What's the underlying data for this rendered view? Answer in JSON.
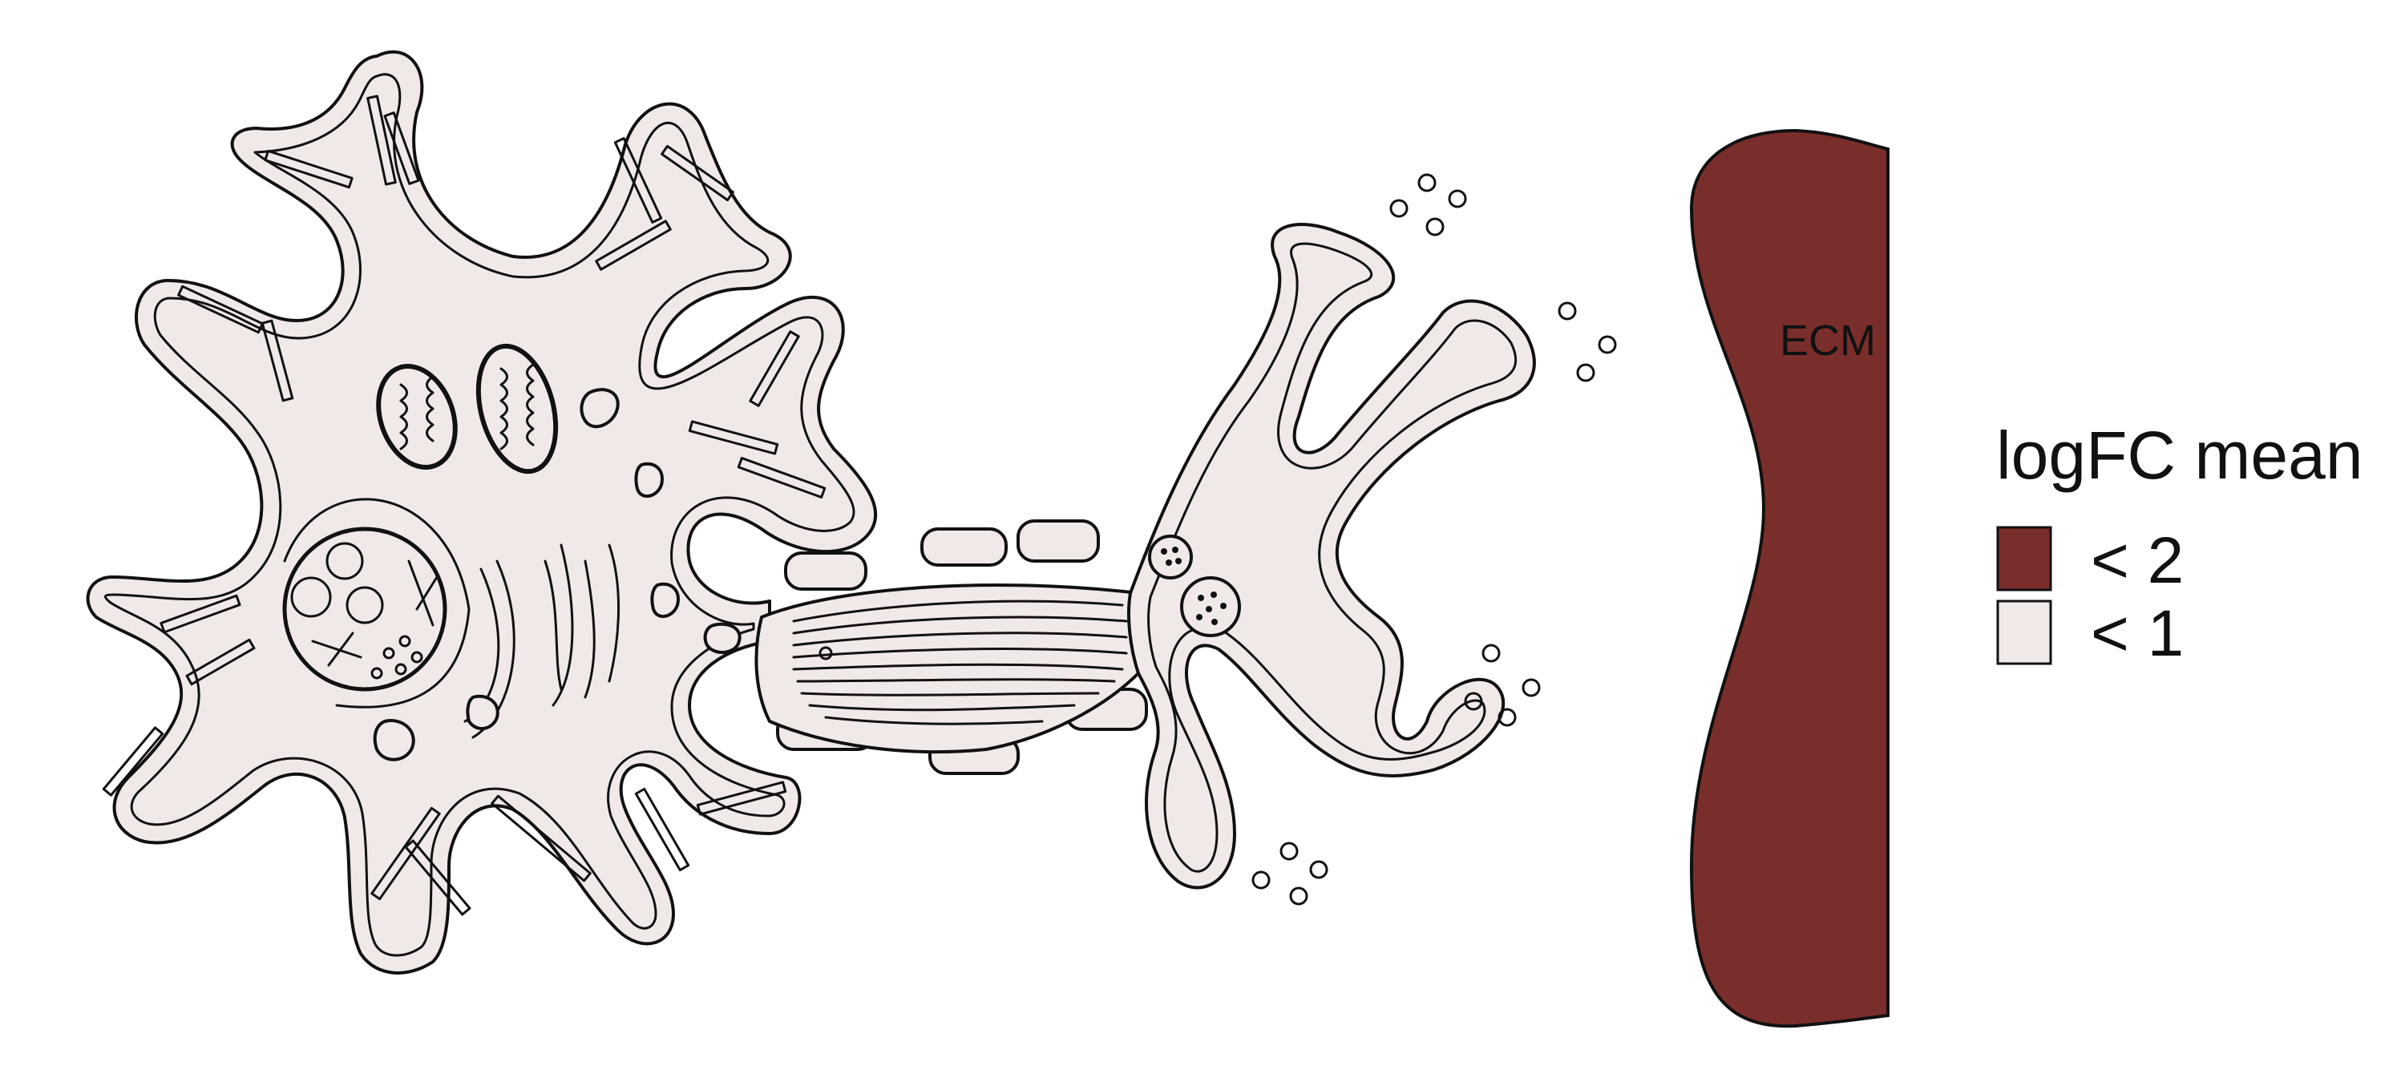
{
  "diagram": {
    "region_label": "ECM"
  },
  "legend": {
    "title": "logFC mean",
    "items": [
      {
        "label": "< 2",
        "color": "#7a2e2b"
      },
      {
        "label": "< 1",
        "color": "#f1e9e8"
      }
    ]
  },
  "colors": {
    "ecm": "#7a2e2b",
    "cell": "#f1e9e8",
    "outline": "#111111",
    "background": "#ffffff"
  }
}
